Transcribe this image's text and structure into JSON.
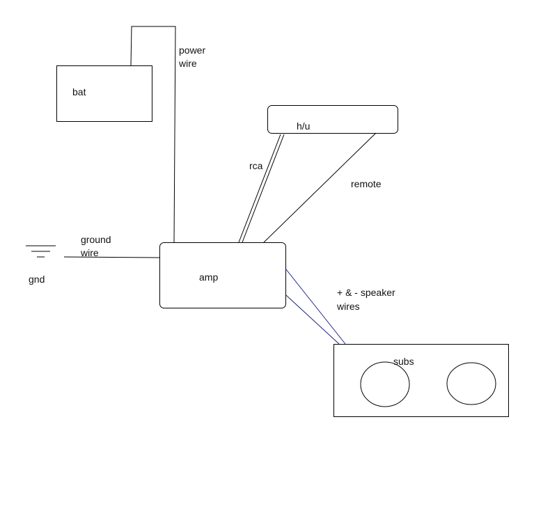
{
  "components": {
    "battery": "bat",
    "head_unit": "h/u",
    "amplifier": "amp",
    "subwoofers": "subs",
    "ground": "gnd"
  },
  "wires": {
    "power_line1": "power",
    "power_line2": "wire",
    "ground_line1": "ground",
    "ground_line2": "wire",
    "rca": "rca",
    "remote": "remote",
    "speaker_line1": "+ & - speaker",
    "speaker_line2": "wires"
  },
  "colors": {
    "line": "#000000",
    "speaker_wire": "#1a237e",
    "background": "#ffffff"
  }
}
